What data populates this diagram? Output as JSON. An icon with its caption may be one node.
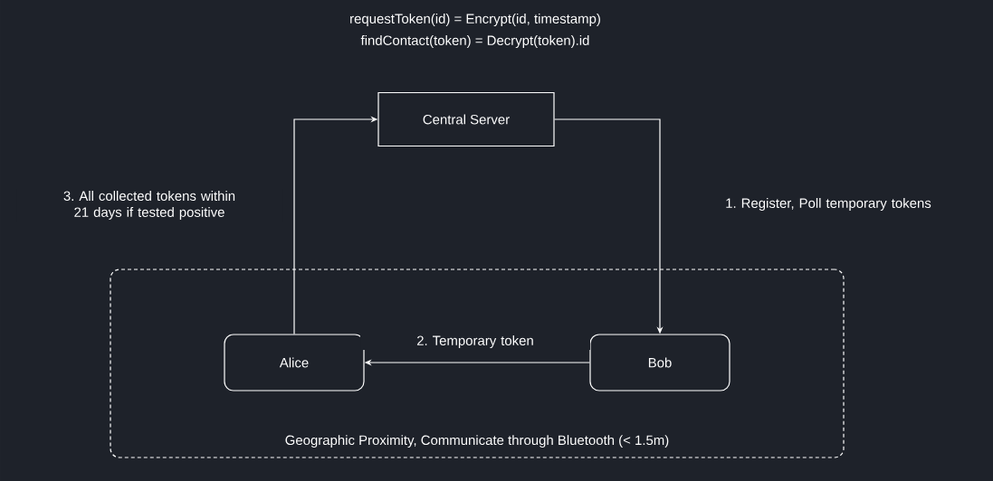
{
  "diagram": {
    "nodes": [
      {
        "text": [
          "Geographic Proximity, Communicate through Bluetooth (< 1.5m)"
        ]
      },
      {
        "text": [
          "Central Server"
        ]
      },
      {
        "text": [
          "Alice"
        ],
        "in": 0
      },
      {
        "text": [
          "Bob"
        ],
        "in": 0
      }
    ],
    "edges": [
      {
        "from": 1,
        "to": 3,
        "arrow": "to",
        "label": "1. Register, Poll temporary tokens"
      },
      {
        "from": 3,
        "to": 2,
        "arrow": "to",
        "label": "2. Temporary token"
      },
      {
        "from": 2,
        "to": 1,
        "arrow": "to",
        "label": "3. All collected tokens within 21 days if tested positive"
      }
    ],
    "labels": [
      "requestToken(id) = Encrypt(id, timestamp)",
      "findContact(token) = Decrypt(token).id"
    ]
  }
}
